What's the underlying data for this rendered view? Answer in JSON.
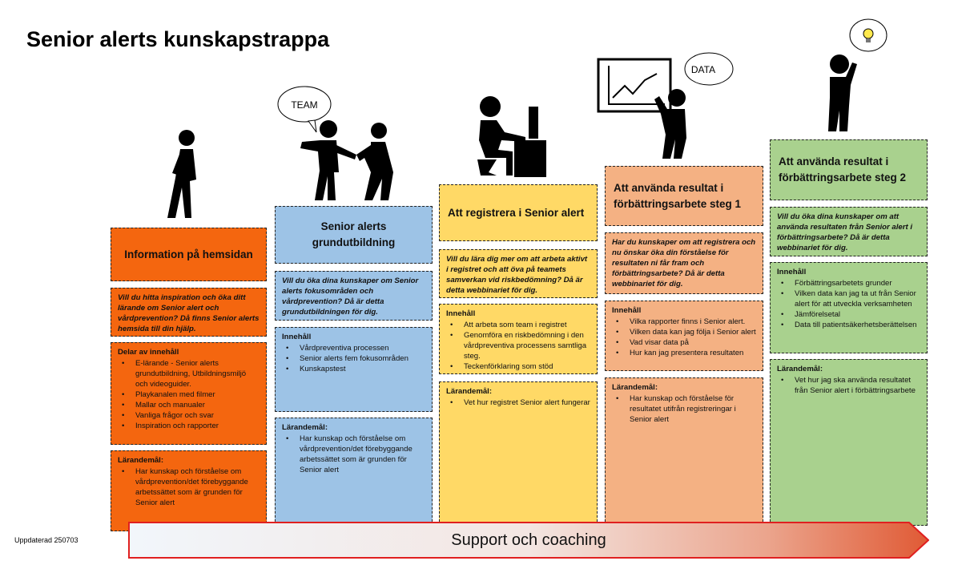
{
  "title": "Senior alerts kunskapstrappa",
  "updated": "Uppdaterad 250703",
  "arrow_label": "Support och coaching",
  "bubbles": {
    "team": "TEAM",
    "data": "DATA"
  },
  "steps": [
    {
      "header": "Information på hemsidan",
      "intro": "Vill du  hitta  inspiration och öka ditt lärande om Senior alert och vårdprevention? Då finns Senior alerts hemsida till din hjälp.",
      "content_title": "Delar av innehåll",
      "content": [
        "E-lärande - Senior alerts grundutbildning, Utbildningsmiljö och videoguider.",
        "Playkanalen med filmer",
        "Mallar och manualer",
        "Vanliga frågor och svar",
        "Inspiration och rapporter"
      ],
      "goal_title": "Lärandemål:",
      "goals": [
        "Har kunskap och förståelse om vårdprevention/det förebyggande arbetssättet som är grunden för Senior alert"
      ]
    },
    {
      "header": "Senior alerts grundutbildning",
      "intro": "Vill du öka dina kunskaper om Senior alerts fokusområden och vårdprevention? Då är detta grundutbildningen för dig.",
      "content_title": "Innehåll",
      "content": [
        "Vårdpreventiva processen",
        "Senior alerts fem fokusområden",
        "Kunskapstest"
      ],
      "goal_title": "Lärandemål:",
      "goals": [
        "Har kunskap och förståelse om vårdprevention/det förebyggande arbetssättet som är grunden för Senior alert"
      ]
    },
    {
      "header": "Att registrera i Senior alert",
      "intro": "Vill du lära dig mer om att arbeta aktivt i registret och att öva på teamets samverkan vid riskbedömning? Då är detta webbinariet för dig.",
      "content_title": "Innehåll",
      "content": [
        "Att arbeta som team i registret",
        "Genomföra en riskbedömning i den vårdpreventiva processens samtliga steg.",
        "Teckenförklaring som stöd"
      ],
      "goal_title": "Lärandemål:",
      "goals": [
        "Vet hur registret Senior alert fungerar"
      ]
    },
    {
      "header": "Att använda resultat i förbättringsarbete steg 1",
      "intro": "Har du kunskaper om att registrera och nu önskar öka din förståelse för resultaten ni får fram och förbättringsarbete? Då är detta webbinariet för dig.",
      "content_title": "Innehåll",
      "content": [
        "Vilka rapporter finns i Senior alert.",
        "Vilken data kan jag följa i Senior alert",
        "Vad visar data på",
        "Hur kan jag presentera resultaten"
      ],
      "goal_title": "Lärandemål:",
      "goals": [
        "Har kunskap och förståelse för resultatet utifrån registreringar i Senior alert"
      ]
    },
    {
      "header": "Att använda resultat i förbättringsarbete steg 2",
      "intro": "Vill du öka dina kunskaper om att använda resultaten från Senior alert i förbättringsarbete? Då är detta webbinariet för dig.",
      "content_title": "Innehåll",
      "content": [
        "Förbättringsarbetets grunder",
        "Vilken data kan jag ta ut från Senior alert för att utveckla verksamheten",
        "Jämförelsetal",
        "Data till patientsäkerhetsberättelsen"
      ],
      "goal_title": "Lärandemål:",
      "goals": [
        "Vet hur jag ska använda resultatet från Senior alert i förbättringsarbete"
      ]
    }
  ],
  "colors": {
    "c1": "#f4660f",
    "c2": "#9dc3e6",
    "c3": "#ffd966",
    "c4": "#f4b183",
    "c5": "#a9d18e"
  }
}
